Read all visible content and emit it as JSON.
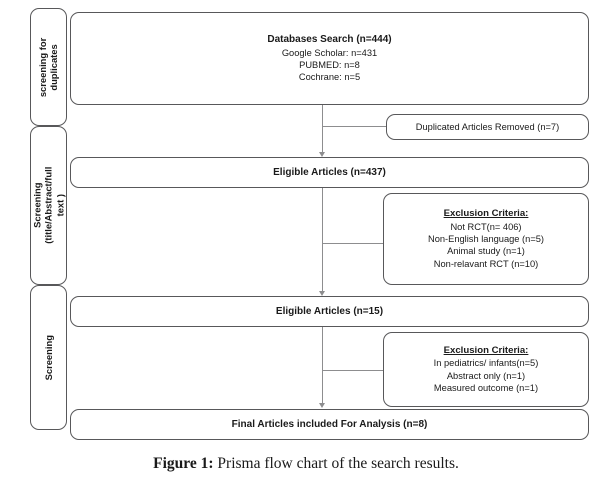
{
  "figure": {
    "caption_label": "Figure 1:",
    "caption_text": " Prisma flow chart of the search results."
  },
  "stages": [
    {
      "id": "stage-screening-duplicates",
      "label": "screening for\nduplicates"
    },
    {
      "id": "stage-screening-title-abstract-fulltext",
      "label": "Screening\n(title/Abstract/full\ntext )"
    },
    {
      "id": "stage-screening",
      "label": "Screening"
    }
  ],
  "nodes": {
    "databases_search": {
      "id": "databases-search-box",
      "lines": [
        {
          "text": "Databases Search (n=444)",
          "style": "bold"
        },
        {
          "text": "Google Scholar: n=431",
          "style": "normal"
        },
        {
          "text": "PUBMED: n=8",
          "style": "normal"
        },
        {
          "text": "Cochrane: n=5",
          "style": "normal"
        }
      ]
    },
    "duplicates_removed": {
      "id": "duplicated-articles-removed-box",
      "lines": [
        {
          "text": "Duplicated Articles Removed (n=7)",
          "style": "normal"
        }
      ]
    },
    "eligible_437": {
      "id": "eligible-articles-437-box",
      "lines": [
        {
          "text": "Eligible Articles (n=437)",
          "style": "bold"
        }
      ]
    },
    "exclusion_1": {
      "id": "exclusion-criteria-box-1",
      "lines": [
        {
          "text": "Exclusion Criteria:",
          "style": "head"
        },
        {
          "text": "Not RCT(n= 406)",
          "style": "normal"
        },
        {
          "text": "Non-English language (n=5)",
          "style": "normal"
        },
        {
          "text": "Animal study (n=1)",
          "style": "normal"
        },
        {
          "text": "Non-relavant RCT (n=10)",
          "style": "normal"
        }
      ]
    },
    "eligible_15": {
      "id": "eligible-articles-15-box",
      "lines": [
        {
          "text": "Eligible Articles (n=15)",
          "style": "bold"
        }
      ]
    },
    "exclusion_2": {
      "id": "exclusion-criteria-box-2",
      "lines": [
        {
          "text": "Exclusion Criteria:",
          "style": "head"
        },
        {
          "text": "In pediatrics/ infants(n=5)",
          "style": "normal"
        },
        {
          "text": "Abstract only  (n=1)",
          "style": "normal"
        },
        {
          "text": "Measured outcome (n=1)",
          "style": "normal"
        }
      ]
    },
    "final_articles": {
      "id": "final-articles-box",
      "lines": [
        {
          "text": "Final Articles included For Analysis (n=8)",
          "style": "bold"
        }
      ]
    }
  },
  "chart_data": {
    "type": "diagram",
    "title": "Prisma flow chart of the search results.",
    "flow": [
      {
        "step": "Databases Search",
        "n": 444,
        "breakdown": [
          {
            "source": "Google Scholar",
            "n": 431
          },
          {
            "source": "PUBMED",
            "n": 8
          },
          {
            "source": "Cochrane",
            "n": 5
          }
        ]
      },
      {
        "step": "Duplicated Articles Removed",
        "n": 7
      },
      {
        "step": "Eligible Articles",
        "n": 437
      },
      {
        "step": "Exclusion Criteria",
        "items": [
          {
            "reason": "Not RCT",
            "n": 406
          },
          {
            "reason": "Non-English language",
            "n": 5
          },
          {
            "reason": "Animal study",
            "n": 1
          },
          {
            "reason": "Non-relavant RCT",
            "n": 10
          }
        ]
      },
      {
        "step": "Eligible Articles",
        "n": 15
      },
      {
        "step": "Exclusion Criteria",
        "items": [
          {
            "reason": "In pediatrics/ infants",
            "n": 5
          },
          {
            "reason": "Abstract only",
            "n": 1
          },
          {
            "reason": "Measured outcome",
            "n": 1
          }
        ]
      },
      {
        "step": "Final Articles included For Analysis",
        "n": 8
      }
    ],
    "stages": [
      "screening for duplicates",
      "Screening (title/Abstract/full text )",
      "Screening"
    ],
    "colors": {
      "border": "#58585a",
      "connector": "#8d8d8f",
      "text": "#1a1a1a",
      "background": "#ffffff"
    }
  }
}
